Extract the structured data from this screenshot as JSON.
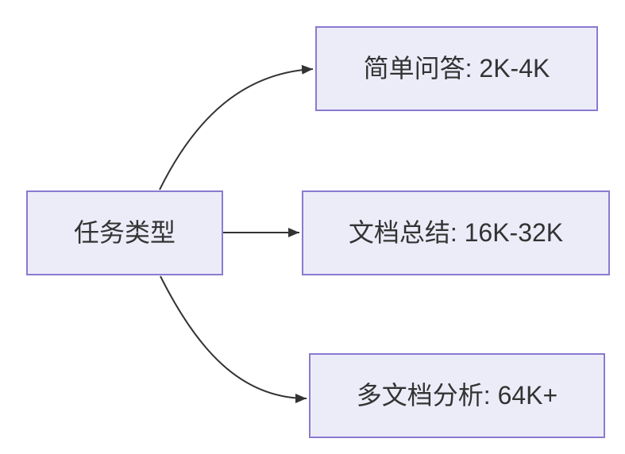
{
  "diagram": {
    "type": "flowchart-left-to-right",
    "colors": {
      "node_fill": "#ececf9",
      "node_border": "#8a7ad0",
      "arrow": "#333333",
      "text": "#333333",
      "background": "#ffffff"
    },
    "root": {
      "label": "任务类型"
    },
    "children": [
      {
        "label": "简单问答: 2K-4K"
      },
      {
        "label": "文档总结: 16K-32K"
      },
      {
        "label": "多文档分析: 64K+"
      }
    ],
    "edges": [
      {
        "from": "任务类型",
        "to": "简单问答: 2K-4K"
      },
      {
        "from": "任务类型",
        "to": "文档总结: 16K-32K"
      },
      {
        "from": "任务类型",
        "to": "多文档分析: 64K+"
      }
    ]
  }
}
